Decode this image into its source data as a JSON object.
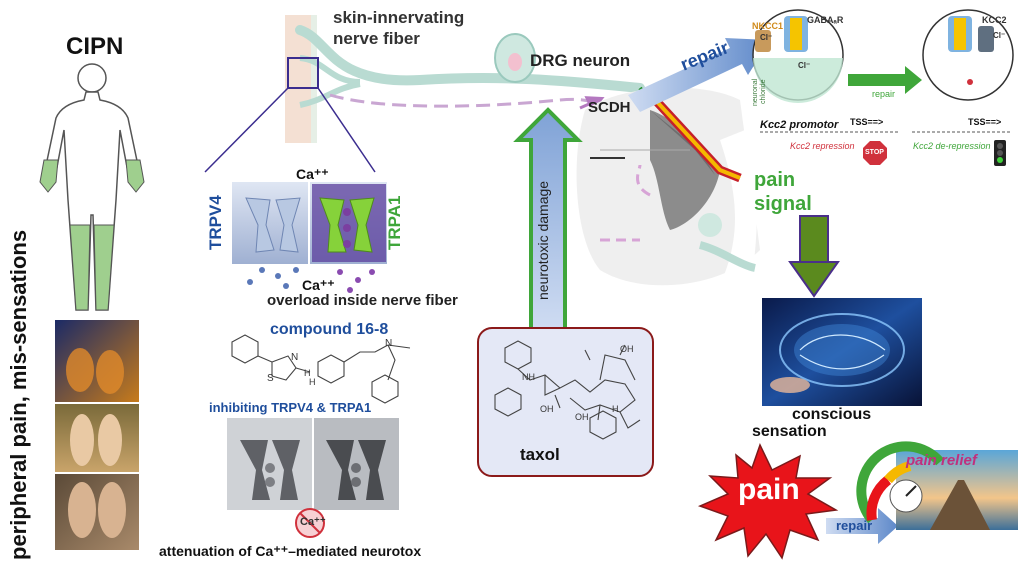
{
  "title": "CIPN",
  "side_label": "peripheral pain, mis-sensations",
  "fiber_label": [
    "skin-innervating",
    "nerve fiber"
  ],
  "drg_label": "DRG neuron",
  "scdh_label": "SCDH",
  "repair_top": "repair",
  "repair_small": "repair",
  "repair_bottom": "repair",
  "channel_left": "TRPV4",
  "channel_right": "TRPA1",
  "ca_top": "Ca⁺⁺",
  "ca_bottom": "Ca⁺⁺",
  "overload": "overload inside nerve fiber",
  "compound": "compound 16-8",
  "compound_atoms": {
    "s": "S",
    "n": "N",
    "h": "H",
    "nh": "N",
    "hnh": "H"
  },
  "inhibiting": "inhibiting TRPV4 & TRPA1",
  "ca_blocked": "Ca⁺⁺",
  "attenuation": "attenuation of Ca⁺⁺–mediated neurotox",
  "neurotoxic": "neurotoxic damage",
  "taxol": "taxol",
  "taxol_atoms": {
    "nh": "NH",
    "oh1": "OH",
    "oh2": "OH",
    "oh3": "OH",
    "h": "H"
  },
  "pain_signal": [
    "pain",
    "signal"
  ],
  "conscious": "conscious",
  "sensation": "sensation",
  "pain_burst": "pain",
  "pain_relief": "pain relief",
  "nkcc1": "NKCC1",
  "gabaar": "GABAₐR",
  "kcc2": "KCC2",
  "cl_top_l": "Cl⁻",
  "cl_top_r": "Cl⁻",
  "cl_in": "Cl⁻",
  "neuronal_chloride": [
    "neuronal",
    "chloride"
  ],
  "kcc2_promoter": "Kcc2 promotor",
  "tss_left": "TSS==>",
  "tss_right": "TSS==>",
  "kcc2_repression": "Kcc2 repression",
  "kcc2_derepression": "Kcc2 de-repression",
  "stop": "STOP",
  "colors": {
    "green": "#2e8b2e",
    "blue": "#1f4e9c",
    "red": "#e8141a",
    "purple": "#7b3fa0",
    "pink": "#c0307e"
  }
}
